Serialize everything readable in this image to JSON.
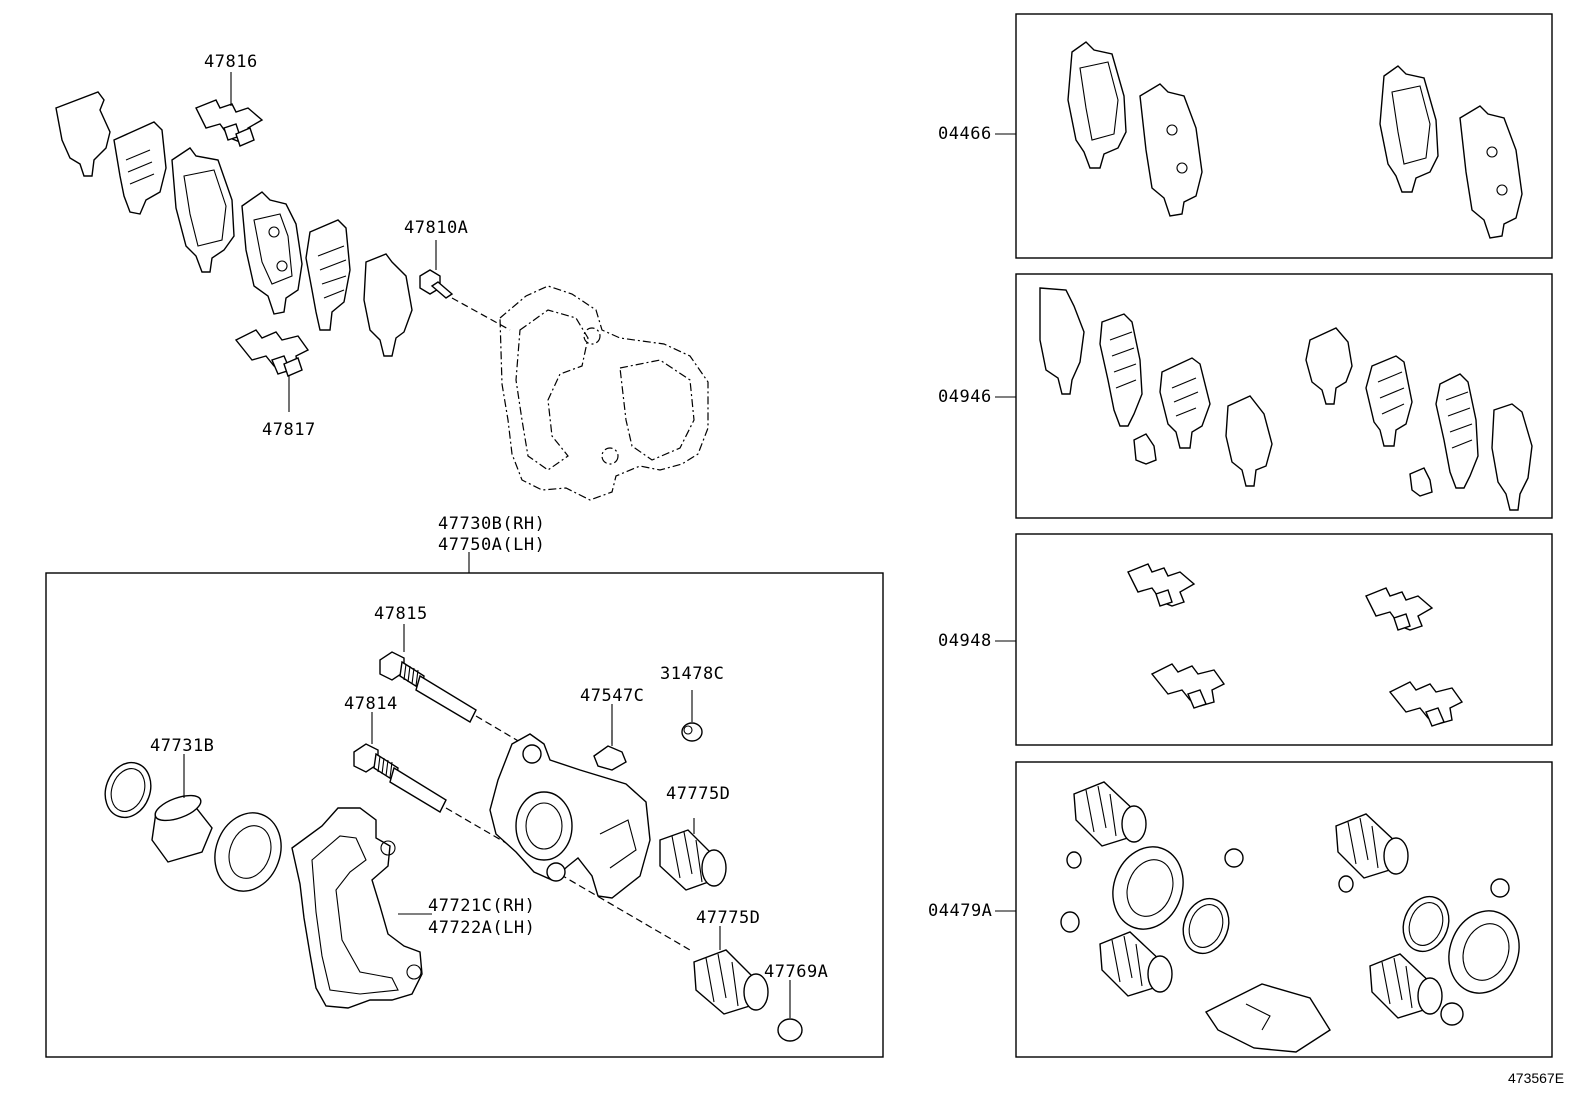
{
  "diagram_ref": "473567E",
  "labels": {
    "p47816": "47816",
    "p47817": "47817",
    "p47810A": "47810A",
    "p47730B": "47730B(RH)",
    "p47750A": "47750A(LH)",
    "p47815": "47815",
    "p47814": "47814",
    "p47547C": "47547C",
    "p31478C": "31478C",
    "p47731B": "47731B",
    "p47775D_a": "47775D",
    "p47775D_b": "47775D",
    "p47721C": "47721C(RH)",
    "p47722A": "47722A(LH)",
    "p47769A": "47769A"
  },
  "kits": {
    "k04466": "04466",
    "k04946": "04946",
    "k04948": "04948",
    "k04479A": "04479A"
  }
}
